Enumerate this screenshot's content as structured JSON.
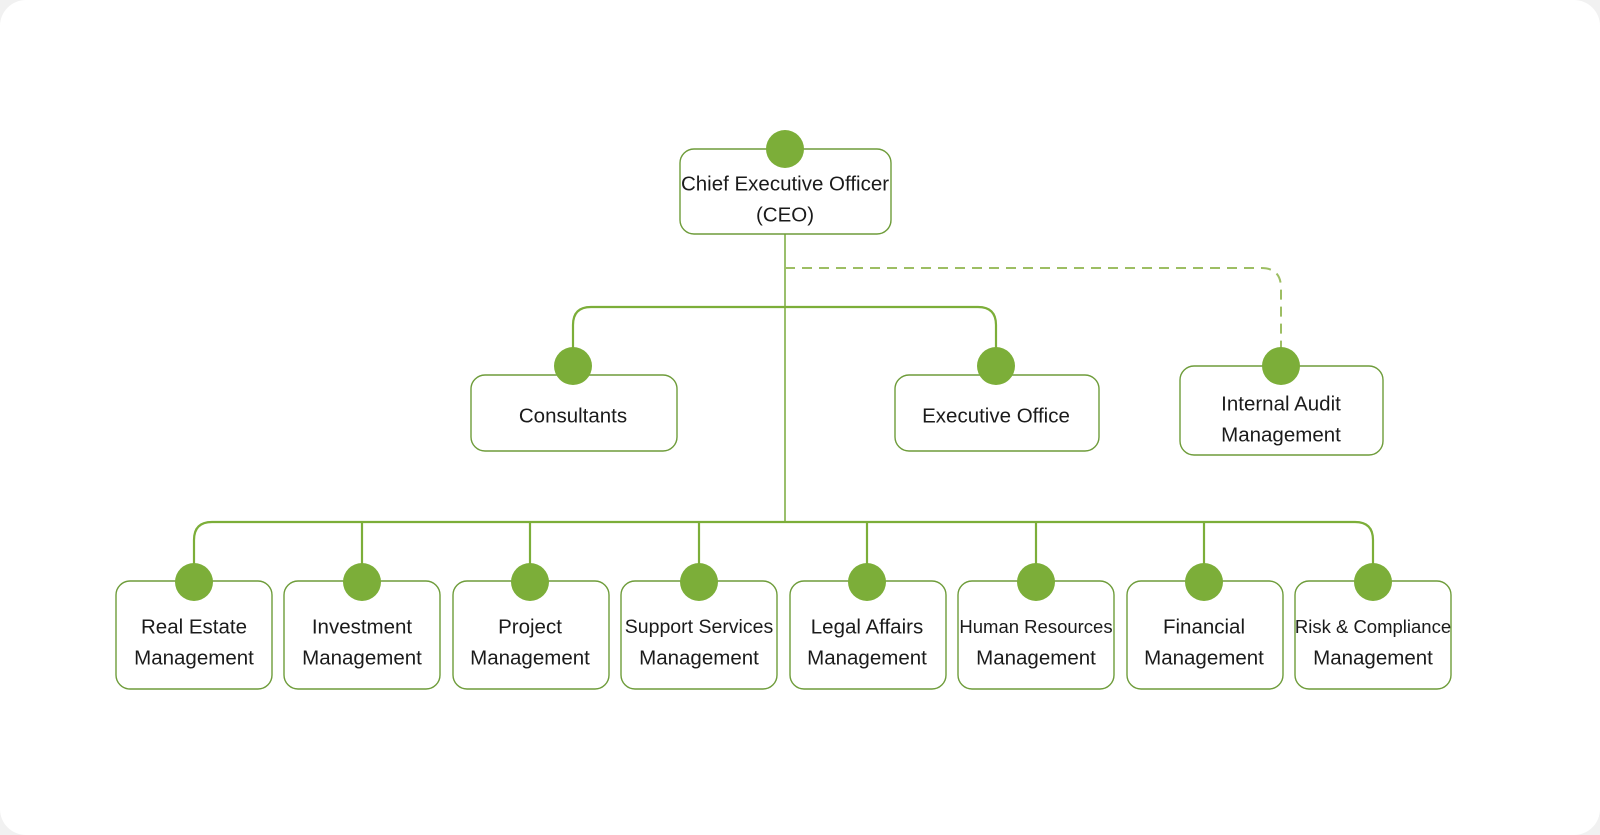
{
  "chart_data": {
    "type": "diagram",
    "diagram_type": "organizational-chart",
    "title": "",
    "colors": {
      "node_fill": "#ffffff",
      "node_border": "#6E9C3A",
      "node_dot": "#7CAE39",
      "connector": "#7CAE39",
      "connector_dashed": "#9DBE63",
      "canvas": "#ffffff",
      "page_background": "#f1f1f1",
      "label_text": "#1b1b1b"
    },
    "levels": 3,
    "nodes": [
      {
        "id": "ceo",
        "lines": [
          "Chief Executive Officer",
          "(CEO)"
        ],
        "level": 0
      },
      {
        "id": "consultants",
        "lines": [
          "Consultants"
        ],
        "level": 1
      },
      {
        "id": "executive-office",
        "lines": [
          "Executive Office"
        ],
        "level": 1
      },
      {
        "id": "internal-audit",
        "lines": [
          "Internal Audit",
          "Management"
        ],
        "level": 1
      },
      {
        "id": "real-estate",
        "lines": [
          "Real Estate",
          "Management"
        ],
        "level": 2
      },
      {
        "id": "investment",
        "lines": [
          "Investment",
          "Management"
        ],
        "level": 2
      },
      {
        "id": "project",
        "lines": [
          "Project",
          "Management"
        ],
        "level": 2
      },
      {
        "id": "support-services",
        "lines": [
          "Support Services",
          "Management"
        ],
        "level": 2
      },
      {
        "id": "legal-affairs",
        "lines": [
          "Legal Affairs",
          "Management"
        ],
        "level": 2
      },
      {
        "id": "human-resources",
        "lines": [
          "Human Resources",
          "Management"
        ],
        "level": 2
      },
      {
        "id": "financial",
        "lines": [
          "Financial",
          "Management"
        ],
        "level": 2
      },
      {
        "id": "risk-compliance",
        "lines": [
          "Risk & Compliance",
          "Management"
        ],
        "level": 2
      }
    ],
    "edges": [
      {
        "from": "ceo",
        "to": "consultants",
        "style": "solid"
      },
      {
        "from": "ceo",
        "to": "executive-office",
        "style": "solid"
      },
      {
        "from": "ceo",
        "to": "internal-audit",
        "style": "dashed"
      },
      {
        "from": "ceo",
        "to": "real-estate",
        "style": "solid"
      },
      {
        "from": "ceo",
        "to": "investment",
        "style": "solid"
      },
      {
        "from": "ceo",
        "to": "project",
        "style": "solid"
      },
      {
        "from": "ceo",
        "to": "support-services",
        "style": "solid"
      },
      {
        "from": "ceo",
        "to": "legal-affairs",
        "style": "solid"
      },
      {
        "from": "ceo",
        "to": "human-resources",
        "style": "solid"
      },
      {
        "from": "ceo",
        "to": "financial",
        "style": "solid"
      },
      {
        "from": "ceo",
        "to": "risk-compliance",
        "style": "solid"
      }
    ]
  },
  "chart": {
    "ceo": {
      "line1": "Chief Executive Officer",
      "line2": "(CEO)"
    },
    "consultants": {
      "line1": "Consultants"
    },
    "executive_office": {
      "line1": "Executive Office"
    },
    "internal_audit": {
      "line1": "Internal Audit",
      "line2": "Management"
    },
    "real_estate": {
      "line1": "Real Estate",
      "line2": "Management"
    },
    "investment": {
      "line1": "Investment",
      "line2": "Management"
    },
    "project": {
      "line1": "Project",
      "line2": "Management"
    },
    "support_services": {
      "line1": "Support Services",
      "line2": "Management"
    },
    "legal_affairs": {
      "line1": "Legal Affairs",
      "line2": "Management"
    },
    "human_resources": {
      "line1": "Human Resources",
      "line2": "Management"
    },
    "financial": {
      "line1": "Financial",
      "line2": "Management"
    },
    "risk_compliance": {
      "line1": "Risk & Compliance",
      "line2": "Management"
    }
  }
}
